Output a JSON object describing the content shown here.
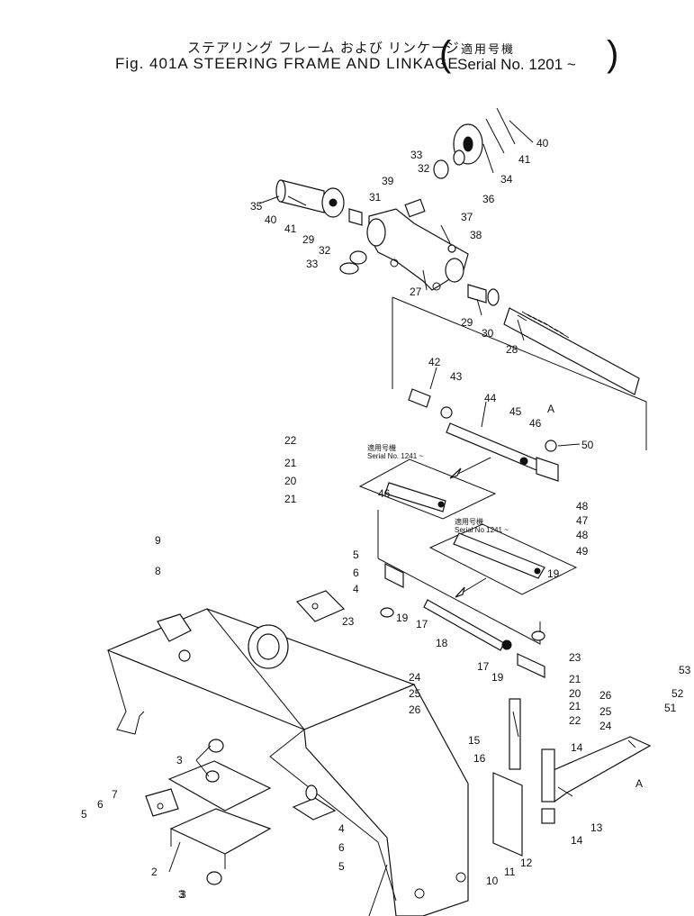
{
  "header": {
    "title_jp": "ステアリング フレーム および リンケージ",
    "title_en": "Fig. 401A STEERING FRAME AND LINKAGE",
    "serial_jp": "適用号機",
    "serial_en": "Serial No. 1201 ~",
    "paren_open": "(",
    "paren_close": ")"
  },
  "insets": [
    {
      "serial_jp": "適用号機",
      "serial_en": "Serial No. 1241 ~"
    },
    {
      "serial_jp": "適用号機",
      "serial_en": "Serial No 1241 ~"
    }
  ],
  "callouts": [
    "40",
    "41",
    "34",
    "36",
    "33",
    "32",
    "39",
    "31",
    "35",
    "40",
    "41",
    "29",
    "37",
    "38",
    "32",
    "33",
    "27",
    "29",
    "30",
    "28",
    "42",
    "43",
    "44",
    "45",
    "46",
    "A",
    "50",
    "22",
    "21",
    "20",
    "21",
    "46",
    "48",
    "47",
    "48",
    "49",
    "19",
    "9",
    "8",
    "5",
    "6",
    "4",
    "23",
    "19",
    "17",
    "18",
    "17",
    "19",
    "23",
    "21",
    "20",
    "21",
    "22",
    "24",
    "25",
    "26",
    "53",
    "26",
    "52",
    "25",
    "51",
    "24",
    "15",
    "14",
    "16",
    "3",
    "7",
    "6",
    "5",
    "3",
    "4",
    "6",
    "5",
    "13",
    "14",
    "12",
    "11",
    "10",
    "2",
    "3",
    "A"
  ]
}
